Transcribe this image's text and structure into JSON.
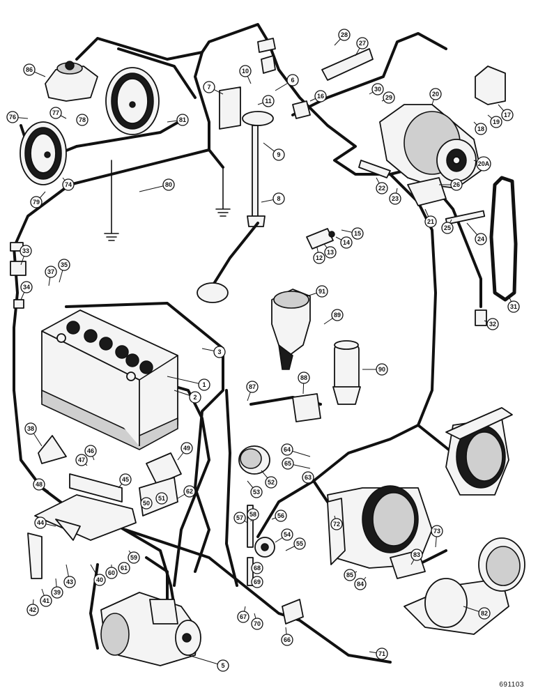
{
  "drawing_number": "691103",
  "callouts": [
    "1",
    "2",
    "3",
    "5",
    "6",
    "7",
    "8",
    "9",
    "10",
    "11",
    "12",
    "13",
    "14",
    "15",
    "16",
    "17",
    "18",
    "19",
    "20",
    "20A",
    "21",
    "22",
    "23",
    "24",
    "25",
    "26",
    "27",
    "28",
    "29",
    "30",
    "31",
    "32",
    "33",
    "34",
    "35",
    "37",
    "38",
    "39",
    "40",
    "41",
    "42",
    "43",
    "44",
    "45",
    "46",
    "47",
    "48",
    "49",
    "50",
    "51",
    "52",
    "53",
    "54",
    "55",
    "56",
    "57",
    "58",
    "59",
    "60",
    "61",
    "62",
    "63",
    "64",
    "65",
    "66",
    "67",
    "68",
    "69",
    "70",
    "71",
    "72",
    "73",
    "74",
    "76",
    "77",
    "78",
    "79",
    "80",
    "81",
    "82",
    "83",
    "84",
    "85",
    "86",
    "87",
    "88",
    "89",
    "90",
    "91"
  ]
}
